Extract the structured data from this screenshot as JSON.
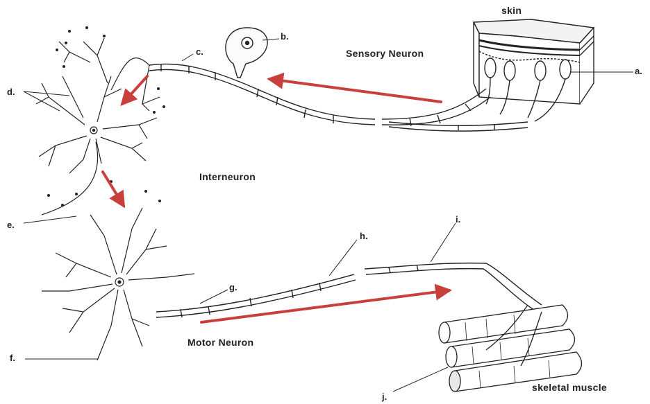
{
  "titles": {
    "skin": "skin",
    "sensory": "Sensory Neuron",
    "interneuron": "Interneuron",
    "motor": "Motor Neuron",
    "muscle": "skeletal muscle"
  },
  "labels": {
    "a": "a.",
    "b": "b.",
    "c": "c.",
    "d": "d.",
    "e": "e.",
    "f": "f.",
    "g": "g.",
    "h": "h.",
    "i": "i.",
    "j": "j."
  },
  "colors": {
    "ink": "#222222",
    "arrow": "#c8403c",
    "paper": "#ffffff"
  }
}
